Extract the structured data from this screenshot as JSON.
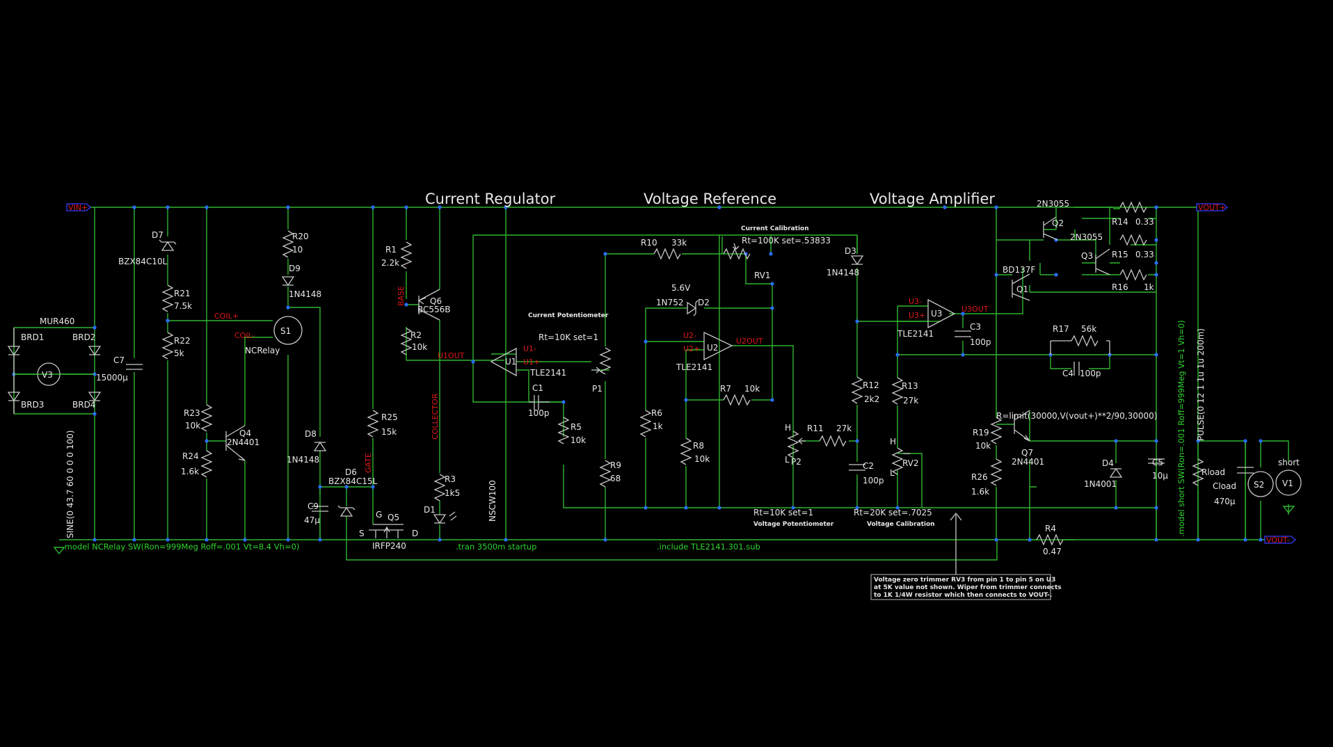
{
  "sections": {
    "current_regulator": "Current Regulator",
    "voltage_reference": "Voltage Reference",
    "voltage_amplifier": "Voltage Amplifier"
  },
  "ports": {
    "vin_plus": "VIN+",
    "vout_plus": "VOUT+",
    "vout_minus": "VOUT-"
  },
  "components": {
    "brd_label": "MUR460",
    "brd1": "BRD1",
    "brd2": "BRD2",
    "brd3": "BRD3",
    "brd4": "BRD4",
    "v3": "V3",
    "c7": "C7",
    "c7_val": "15000µ",
    "d7": "D7",
    "d7_val": "BZX84C10L",
    "r21": "R21",
    "r21_val": "7.5k",
    "r22": "R22",
    "r22_val": "5k",
    "r23": "R23",
    "r23_val": "10k",
    "r24": "R24",
    "r24_val": "1.6k",
    "q4": "Q4",
    "q4_val": "2N4401",
    "r20": "R20",
    "r20_val": "10",
    "d9": "D9",
    "d9_val": "1N4148",
    "s1": "S1",
    "s1_val": "NCRelay",
    "coil_plus": "COIL+",
    "coil_minus": "COIL-",
    "d8": "D8",
    "d8_val": "1N4148",
    "c9": "C9",
    "c9_val": "47µ",
    "d6": "D6",
    "d6_val": "BZX84C15L",
    "r25": "R25",
    "r25_val": "15k",
    "gate": "GATE",
    "q5": "Q5",
    "q5_val": "IRFP240",
    "pin_g": "G",
    "pin_s": "S",
    "pin_d": "D",
    "r1": "R1",
    "r1_val": "2.2k",
    "base": "BASE",
    "r2": "R2",
    "r2_val": "10k",
    "q6": "Q6",
    "q6_val": "BC556B",
    "collector": "COLLECTOR",
    "r3": "R3",
    "r3_val": "1k5",
    "d1": "D1",
    "nscw": "NSCW100",
    "u1": "U1",
    "u1_val": "TLE2141",
    "u1out": "U1OUT",
    "u1m": "U1-",
    "u1p": "U1+",
    "c1": "C1",
    "c1_val": "100p",
    "r5": "R5",
    "r5_val": "10k",
    "cur_pot": "Current Potentiometer",
    "p1_rt": "Rt=10K set=1",
    "p1": "P1",
    "r9": "R9",
    "r9_val": "68",
    "r10": "R10",
    "r10_val": "33k",
    "d2_volt": "5.6V",
    "d2": "D2",
    "d2_val": "1N752",
    "r6": "R6",
    "r6_val": "1k",
    "u2": "U2",
    "u2_val": "TLE2141",
    "u2out": "U2OUT",
    "u2m": "U2-",
    "u2p": "U2+",
    "r7": "R7",
    "r7_val": "10k",
    "r8": "R8",
    "r8_val": "10k",
    "cur_cal": "Current Calibration",
    "rv1_rt": "Rt=100K set=.53833",
    "rv1": "RV1",
    "r11": "R11",
    "r11_val": "27k",
    "p2": "P2",
    "volt_pot": "Voltage Potentiometer",
    "p2_rt": "Rt=10K set=1",
    "d3": "D3",
    "d3_val": "1N4148",
    "r12": "R12",
    "r12_val": "2k2",
    "c2": "C2",
    "c2_val": "100p",
    "u3": "U3",
    "u3_val": "TLE2141",
    "u3out": "U3OUT",
    "u3m": "U3-",
    "u3p": "U3+",
    "c3": "C3",
    "c3_val": "100p",
    "r13": "R13",
    "r13_val": "27k",
    "rv2": "RV2",
    "volt_cal": "Voltage Calibration",
    "rv2_rt": "Rt=20K set=.7025",
    "q2": "Q2",
    "q2_val": "2N3055",
    "q3": "Q3",
    "q3_val": "2N3055",
    "q1": "Q1",
    "q1_val": "BD137F",
    "r14": "R14",
    "r14_val": "0.33",
    "r15": "R15",
    "r15_val": "0.33",
    "r16": "R16",
    "r16_val": "1k",
    "r17": "R17",
    "r17_val": "56k",
    "c4": "C4",
    "c4_val": "100p",
    "r19": "R19",
    "r19_val": "10k",
    "r26": "R26",
    "r26_val": "1.6k",
    "q7": "Q7",
    "q7_val": "2N4401",
    "rlimit": "R=limit(30000,V(vout+)**2/90,30000)",
    "d4": "D4",
    "d4_val": "1N4001",
    "c5": "C5",
    "c5_val": "10µ",
    "r4": "R4",
    "r4_val": "0.47",
    "rload": "Rload",
    "cload": "Cload",
    "cload_val": "470µ",
    "s2": "S2",
    "short": "short",
    "v1": "V1"
  },
  "directives": {
    "relay_model": ".model NCRelay SW(Ron=999Meg Roff=.001 Vt=8.4 Vh=0)",
    "tran": ".tran 3500m startup",
    "include": ".include TLE2141.301.sub",
    "sine": "SINE(0 43.7 60 0 0 0 100)",
    "short_model": ".model short SW(Ron=.001 Roff=999Meg Vt=1 Vh=0)",
    "pulse": "PULSE(0 12 1 1u 1u 200m)"
  },
  "note": {
    "line1": "Voltage zero trimmer RV3 from pin 1 to pin 5 on U3",
    "line2": "at 5K value not shown. Wiper from trimmer connects",
    "line3": "to 1K 1/4W resistor which then connects to VOUT-."
  },
  "colors": {
    "background": "#000000",
    "wire": "#2fb52f",
    "component": "#c8c8c8",
    "net_label": "#e01818",
    "directive": "#2fd32f",
    "junction": "#2a6cff"
  }
}
